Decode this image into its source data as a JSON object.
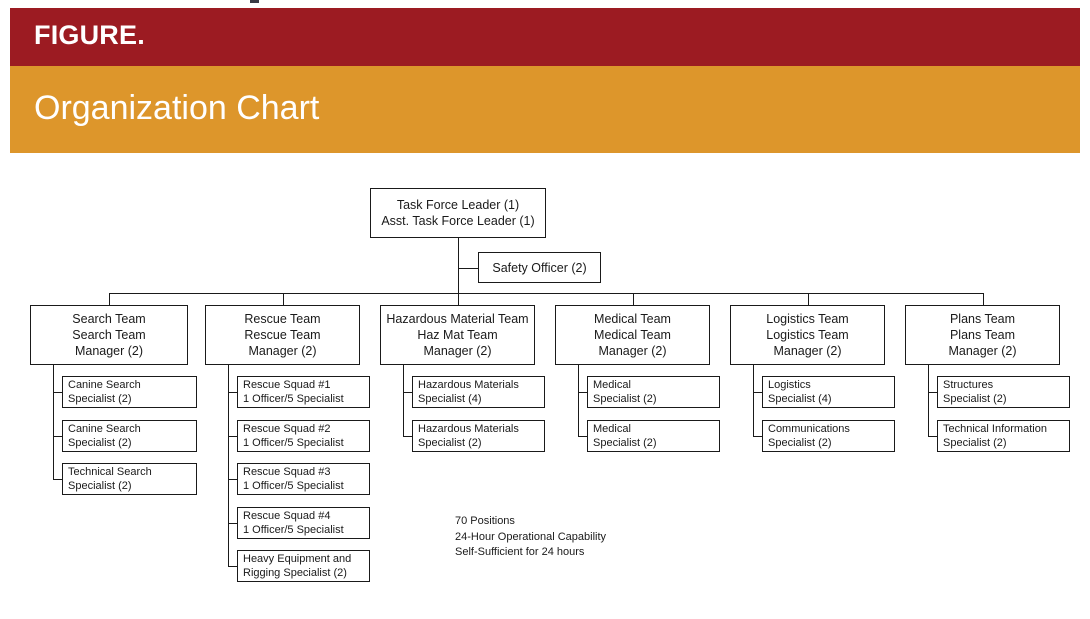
{
  "header": {
    "figure_label": "FIGURE.",
    "title": "Organization Chart",
    "red_color": "#9C1B22",
    "orange_color": "#DD962B"
  },
  "chart": {
    "root": {
      "line1": "Task Force Leader (1)",
      "line2": "Asst. Task Force Leader (1)"
    },
    "safety_officer": {
      "line1": "Safety Officer (2)"
    },
    "teams": [
      {
        "line1": "Search Team",
        "line2": "Search Team",
        "line3": "Manager (2)",
        "children": [
          {
            "line1": "Canine Search",
            "line2": "Specialist (2)"
          },
          {
            "line1": "Canine Search",
            "line2": "Specialist (2)"
          },
          {
            "line1": "Technical Search",
            "line2": "Specialist (2)"
          }
        ]
      },
      {
        "line1": "Rescue Team",
        "line2": "Rescue Team",
        "line3": "Manager (2)",
        "children": [
          {
            "line1": "Rescue Squad #1",
            "line2": "1 Officer/5 Specialist"
          },
          {
            "line1": "Rescue Squad #2",
            "line2": "1 Officer/5 Specialist"
          },
          {
            "line1": "Rescue Squad #3",
            "line2": "1 Officer/5 Specialist"
          },
          {
            "line1": "Rescue Squad #4",
            "line2": "1 Officer/5 Specialist"
          },
          {
            "line1": "Heavy Equipment and",
            "line2": "Rigging Specialist (2)"
          }
        ]
      },
      {
        "line1": "Hazardous Material Team",
        "line2": "Haz Mat Team",
        "line3": "Manager (2)",
        "children": [
          {
            "line1": "Hazardous Materials",
            "line2": "Specialist (4)"
          },
          {
            "line1": "Hazardous Materials",
            "line2": "Specialist (2)"
          }
        ]
      },
      {
        "line1": "Medical Team",
        "line2": "Medical Team",
        "line3": "Manager (2)",
        "children": [
          {
            "line1": "Medical",
            "line2": "Specialist (2)"
          },
          {
            "line1": "Medical",
            "line2": "Specialist (2)"
          }
        ]
      },
      {
        "line1": "Logistics Team",
        "line2": "Logistics Team",
        "line3": "Manager (2)",
        "children": [
          {
            "line1": "Logistics",
            "line2": "Specialist (4)"
          },
          {
            "line1": "Communications",
            "line2": "Specialist (2)"
          }
        ]
      },
      {
        "line1": "Plans Team",
        "line2": "Plans Team",
        "line3": "Manager (2)",
        "children": [
          {
            "line1": "Structures",
            "line2": "Specialist (2)"
          },
          {
            "line1": "Technical Information",
            "line2": "Specialist (2)"
          }
        ]
      }
    ]
  },
  "footnote": {
    "line1": "70 Positions",
    "line2": "24-Hour Operational Capability",
    "line3": "Self-Sufficient for 24 hours"
  }
}
